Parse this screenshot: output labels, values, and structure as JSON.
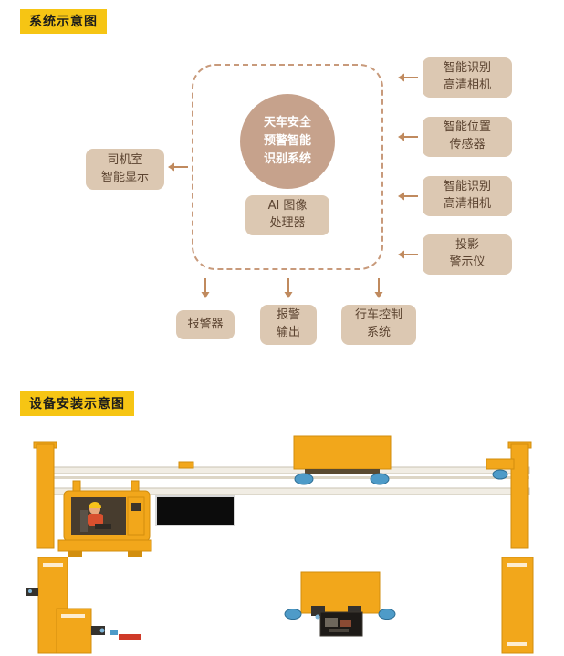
{
  "colors": {
    "title_highlight": "#f6c514",
    "node_fill": "#dcc8b2",
    "node_text": "#5b4330",
    "core_circle_fill": "#c6a28c",
    "core_circle_text": "#ffffff",
    "dashed_border": "#c89a7b",
    "arrow": "#c08a5e",
    "crane_yellow": "#f2a71b",
    "crane_yellow_outline": "#d28e0e",
    "wheel_blue": "#4e9bc8",
    "screen_black": "#0c0c0c"
  },
  "system_section": {
    "title": "系统示意图",
    "core_circle_text": "天车安全\n预警智能\n识别系统",
    "ai_processor": "AI 图像\n处理器",
    "driver_display": "司机室\n智能显示",
    "right_devices": [
      "智能识别\n高清相机",
      "智能位置\n传感器",
      "智能识别\n高清相机",
      "投影\n警示仪"
    ],
    "bottom_outputs": [
      "报警器",
      "报警\n输出",
      "行车控制\n系统"
    ]
  },
  "install_section": {
    "title": "设备安装示意图"
  }
}
